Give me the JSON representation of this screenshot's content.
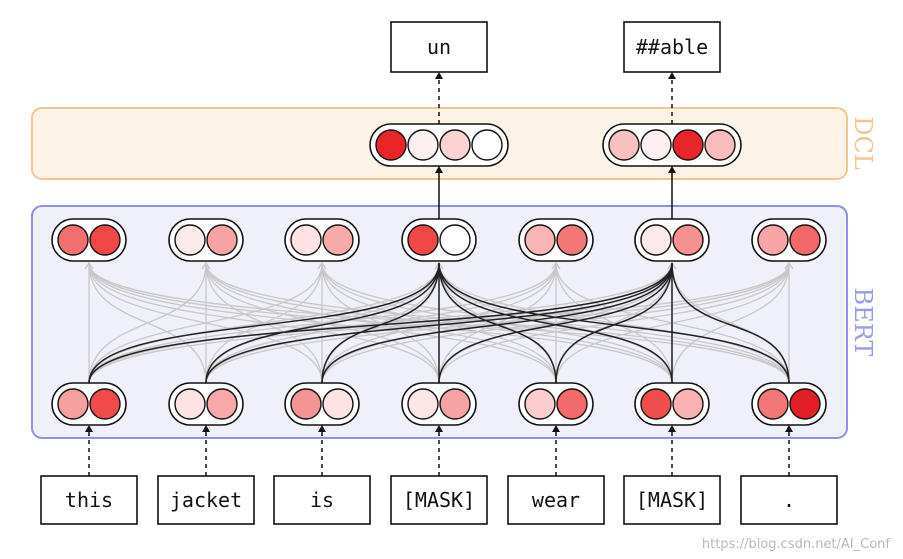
{
  "labels": {
    "dcl": "DCL",
    "bert": "BERT",
    "watermark": "https://blog.csdn.net/AI_Conf"
  },
  "colors": {
    "dcl_fill": "#fdf4e7",
    "dcl_border": "#f5c58f",
    "dcl_text": "#f3c48c",
    "bert_fill": "#f0f0fb",
    "bert_border": "#8f8ff0",
    "bert_text": "#9a9af0",
    "dim_edge": "#c8c8c8",
    "strong_edge": "#222222"
  },
  "input_tokens": [
    "this",
    "jacket",
    "is",
    "[MASK]",
    "wear",
    "[MASK]",
    "."
  ],
  "output_tokens": [
    "un",
    "##able"
  ],
  "input_vectors": [
    [
      "#f6a0a0",
      "#f04a4a"
    ],
    [
      "#fde3e3",
      "#f7a9a9"
    ],
    [
      "#f59494",
      "#fde3e3"
    ],
    [
      "#fde6e6",
      "#f7a3a3"
    ],
    [
      "#fccdcd",
      "#f26a6a"
    ],
    [
      "#f04d4d",
      "#f8b2b2"
    ],
    [
      "#f27878",
      "#e21f26"
    ]
  ],
  "bert_vectors": [
    [
      "#f27070",
      "#f04848"
    ],
    [
      "#fdeaea",
      "#f7a3a3"
    ],
    [
      "#fde3e3",
      "#f7aaaa"
    ],
    [
      "#f04848",
      "#ffffff"
    ],
    [
      "#f9b4b4",
      "#f37777"
    ],
    [
      "#fde9e9",
      "#f59191"
    ],
    [
      "#f8a5a5",
      "#f26868"
    ]
  ],
  "dcl_vectors": [
    [
      "#e8262a",
      "#fdf0f0",
      "#fbd3d3",
      "#ffffff"
    ],
    [
      "#f9c0c0",
      "#fdf0f0",
      "#e8262a",
      "#f8bcbc"
    ]
  ]
}
